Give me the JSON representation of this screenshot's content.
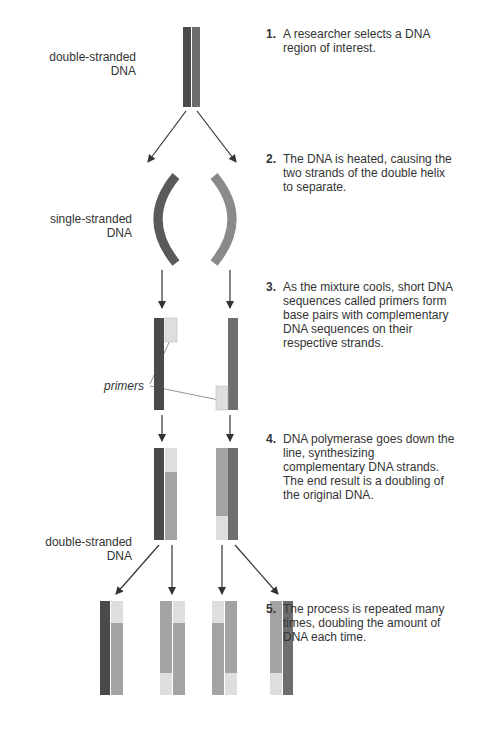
{
  "diagram": {
    "labels": [
      "double-stranded DNA",
      "1.",
      "A researcher selects a DNA region of interest.",
      "single-stranded DNA",
      "2.",
      "The DNA is heated, causing the two strands of the double helix to separate.",
      "primers",
      "3.",
      "As the mixture cools, short DNA sequences called primers form base pairs with complementary DNA sequences on their respective strands.",
      "double-stranded DNA",
      "4.",
      "DNA polymerase goes down the line, synthesizing complementary DNA strands. The end result is a doubling of the original DNA.",
      "5.",
      "The process is repeated many times, doubling the amount of DNA each time."
    ]
  }
}
